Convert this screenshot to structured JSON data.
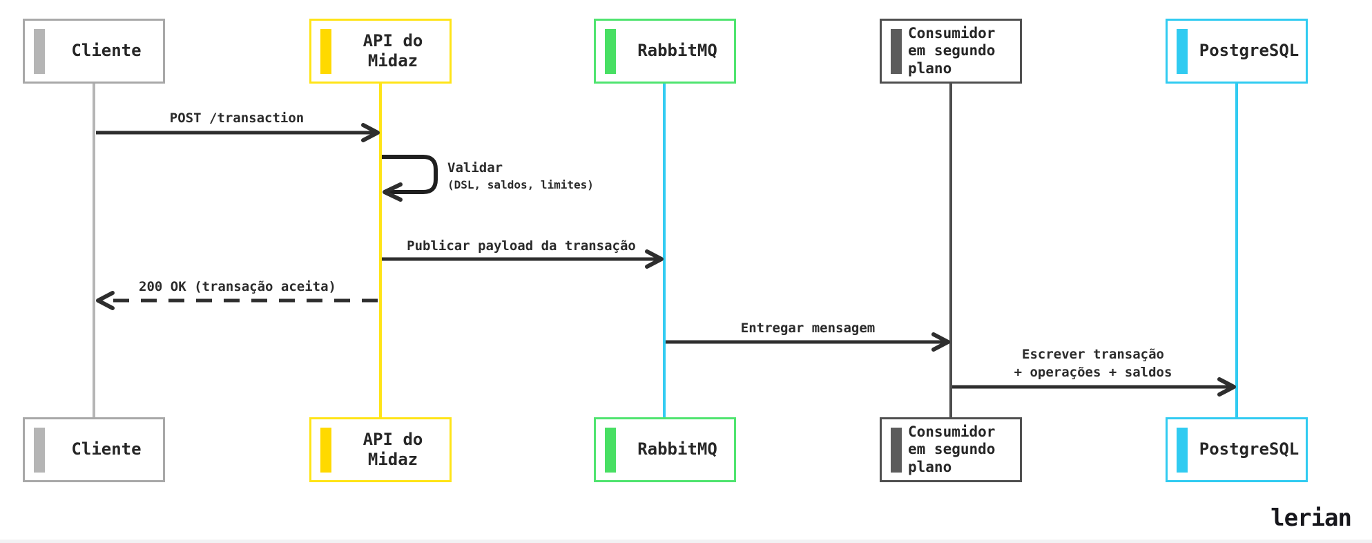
{
  "diagram": {
    "type": "sequence-diagram",
    "participants": [
      {
        "id": "cliente",
        "label": "Cliente",
        "accent": "#b5b5b5",
        "border": "#a8a8a8",
        "lifeline": "#b5b5b5"
      },
      {
        "id": "api",
        "label": "API do Midaz",
        "accent": "#ffd900",
        "border": "#ffe417",
        "lifeline": "#ffe417"
      },
      {
        "id": "rabbitmq",
        "label": "RabbitMQ",
        "accent": "#48df63",
        "border": "#4fe46f",
        "lifeline": "#33ccf2"
      },
      {
        "id": "consumidor",
        "label": "Consumidor em segundo plano",
        "accent": "#5c5c5c",
        "border": "#4f4f4f",
        "lifeline": "#4d4d4d"
      },
      {
        "id": "postgresql",
        "label": "PostgreSQL",
        "accent": "#30cbf1",
        "border": "#30cbf1",
        "lifeline": "#30cbf1"
      }
    ],
    "messages": [
      {
        "from": "cliente",
        "to": "api",
        "style": "solid",
        "label": "POST /transaction"
      },
      {
        "from": "api",
        "to": "api",
        "style": "self",
        "label": "Validar",
        "sublabel": "(DSL, saldos, limites)"
      },
      {
        "from": "api",
        "to": "rabbitmq",
        "style": "solid",
        "label": "Publicar payload da transação"
      },
      {
        "from": "api",
        "to": "cliente",
        "style": "dashed",
        "label": "200 OK (transação aceita)"
      },
      {
        "from": "rabbitmq",
        "to": "consumidor",
        "style": "solid",
        "label": "Entregar mensagem"
      },
      {
        "from": "consumidor",
        "to": "postgresql",
        "style": "solid",
        "label": "Escrever transação",
        "label2": "+ operações + saldos"
      }
    ],
    "arrow_color": "#2e2e2e",
    "footer": {
      "brand": "lerian"
    }
  }
}
